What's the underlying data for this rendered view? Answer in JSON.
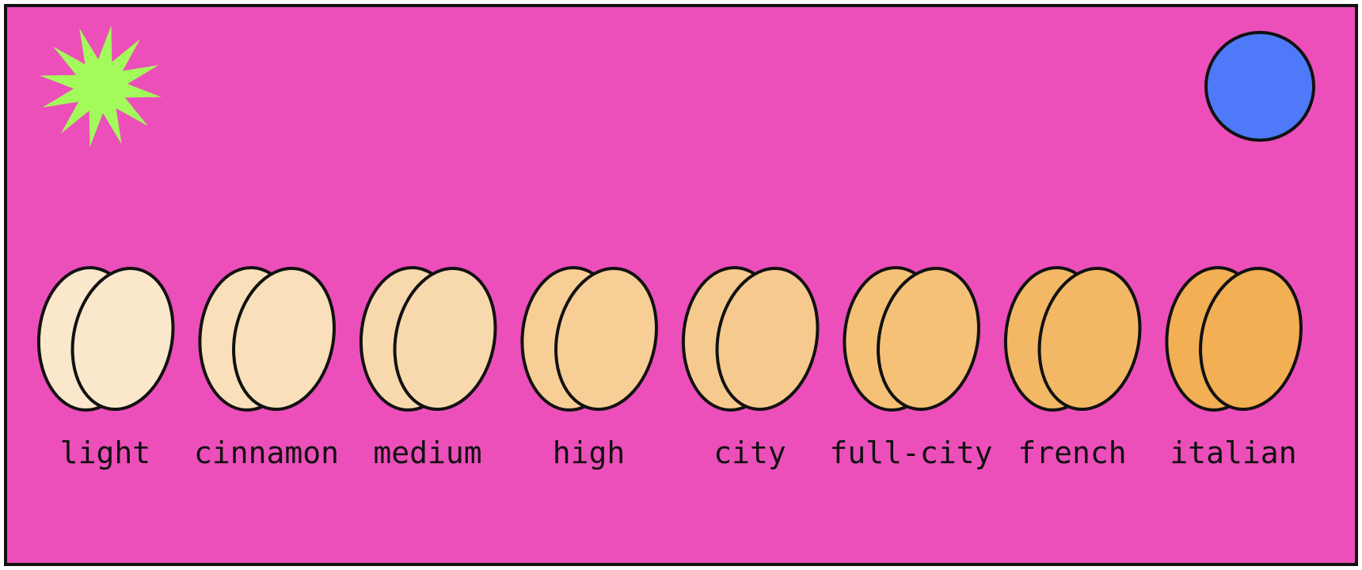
{
  "colors": {
    "background": "#EC4FBA",
    "border": "#111111",
    "burst": "#A3FB5B",
    "circle": "#4E7AFA"
  },
  "decorations": {
    "burst_icon": "starburst-icon",
    "circle_icon": "blue-circle-icon"
  },
  "beans": [
    {
      "label": "light",
      "color": "#FBE7CC"
    },
    {
      "label": "cinnamon",
      "color": "#F9E0BA"
    },
    {
      "label": "medium",
      "color": "#F8D9AD"
    },
    {
      "label": "high",
      "color": "#F7CE95"
    },
    {
      "label": "city",
      "color": "#F6CA8E"
    },
    {
      "label": "full-city",
      "color": "#F5C177"
    },
    {
      "label": "french",
      "color": "#F3B865"
    },
    {
      "label": "italian",
      "color": "#F2AF53"
    }
  ]
}
